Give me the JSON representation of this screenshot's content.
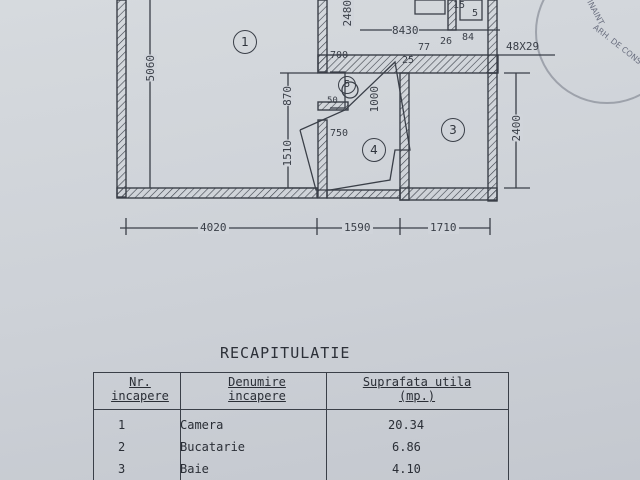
{
  "dimensions": {
    "d4020": "4020",
    "d1590": "1590",
    "d1710": "1710",
    "d5060": "5060",
    "d2400": "2400",
    "d1510": "1510",
    "d870": "870",
    "d1000": "1000",
    "d700": "700",
    "d750": "750",
    "d50": "50",
    "d2480": "2480",
    "d8430": "8430",
    "d77": "77",
    "d26": "26",
    "d25": "25",
    "d84": "84",
    "d15": "15",
    "d5": "5",
    "d48x29": "48X29"
  },
  "rooms": {
    "r1": "1",
    "r3": "3",
    "r4": "4",
    "r5": "5"
  },
  "stamp": {
    "text1": "INAINT",
    "text2": "ARH. DE CONS"
  },
  "recap": {
    "title": "RECAPITULATIE",
    "headers": {
      "nr_line1": "Nr.",
      "nr_line2": "incapere",
      "name_line1": "Denumire",
      "name_line2": "incapere",
      "area_line1": "Suprafata utila",
      "area_line2": "(mp.)"
    },
    "rows": [
      {
        "nr": "1",
        "name": "Camera",
        "area": "20.34"
      },
      {
        "nr": "2",
        "name": "Bucatarie",
        "area": "6.86"
      },
      {
        "nr": "3",
        "name": "Baie",
        "area": "4.10"
      }
    ]
  }
}
